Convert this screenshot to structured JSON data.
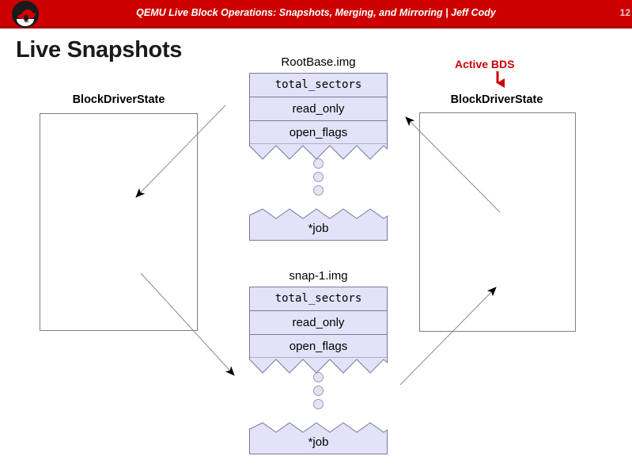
{
  "header": {
    "title": "QEMU Live Block Operations: Snapshots, Merging, and Mirroring | Jeff Cody",
    "page_number": "12",
    "bar_color": "#cc0000",
    "logo_name": "red-hat-shadowman-logo"
  },
  "slide": {
    "title": "Live Snapshots"
  },
  "annotations": {
    "active_bds_label": "Active BDS",
    "active_bds_color": "#cc0000"
  },
  "bds_boxes": [
    {
      "label": "BlockDriverState",
      "side": "left"
    },
    {
      "label": "BlockDriverState",
      "side": "right"
    }
  ],
  "img_structs": [
    {
      "title": "RootBase.img",
      "fields": [
        "total_sectors",
        "read_only",
        "open_flags"
      ],
      "dots": 3,
      "job_label": "*job"
    },
    {
      "title": "snap-1.img",
      "fields": [
        "total_sectors",
        "read_only",
        "open_flags"
      ],
      "dots": 3,
      "job_label": "*job"
    }
  ],
  "colors": {
    "struct_fill": "#e2e2f8",
    "struct_border": "#7a7a9e",
    "bds_border": "#808080",
    "line": "#888888"
  }
}
